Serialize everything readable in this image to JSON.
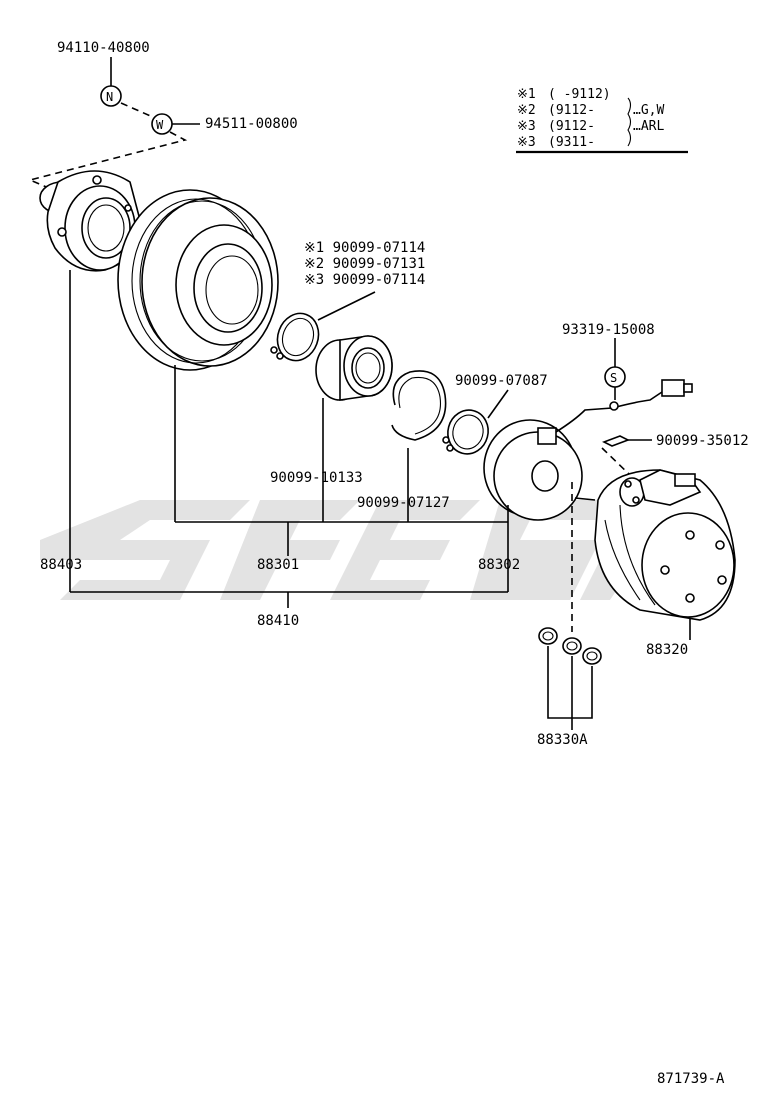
{
  "diagram": {
    "drawing_number": "871739-A",
    "watermark": "",
    "legend": {
      "rows": [
        {
          "mark": "※1",
          "range": "(        -9112)",
          "variant": ""
        },
        {
          "mark": "※2",
          "range": "(9112-",
          "variant": "…G,W"
        },
        {
          "mark": "※3",
          "range": "(9112-",
          "variant": "…ARL"
        },
        {
          "mark": "※3",
          "range": "(9311-",
          "variant": ""
        }
      ]
    },
    "symbols": {
      "n": "N",
      "w": "W",
      "s": "S"
    },
    "labels": {
      "p94110": "94110-40800",
      "p94511": "94511-00800",
      "snap_ring_1": "※1 90099-07114",
      "snap_ring_2": "※2 90099-07131",
      "snap_ring_3": "※3 90099-07114",
      "p93319": "93319-15008",
      "p90099_07087": "90099-07087",
      "p90099_35012": "90099-35012",
      "p90099_10133": "90099-10133",
      "p90099_07127": "90099-07127",
      "p88403": "88403",
      "p88301": "88301",
      "p88302": "88302",
      "p88410": "88410",
      "p88320": "88320",
      "p88330A": "88330A"
    }
  }
}
